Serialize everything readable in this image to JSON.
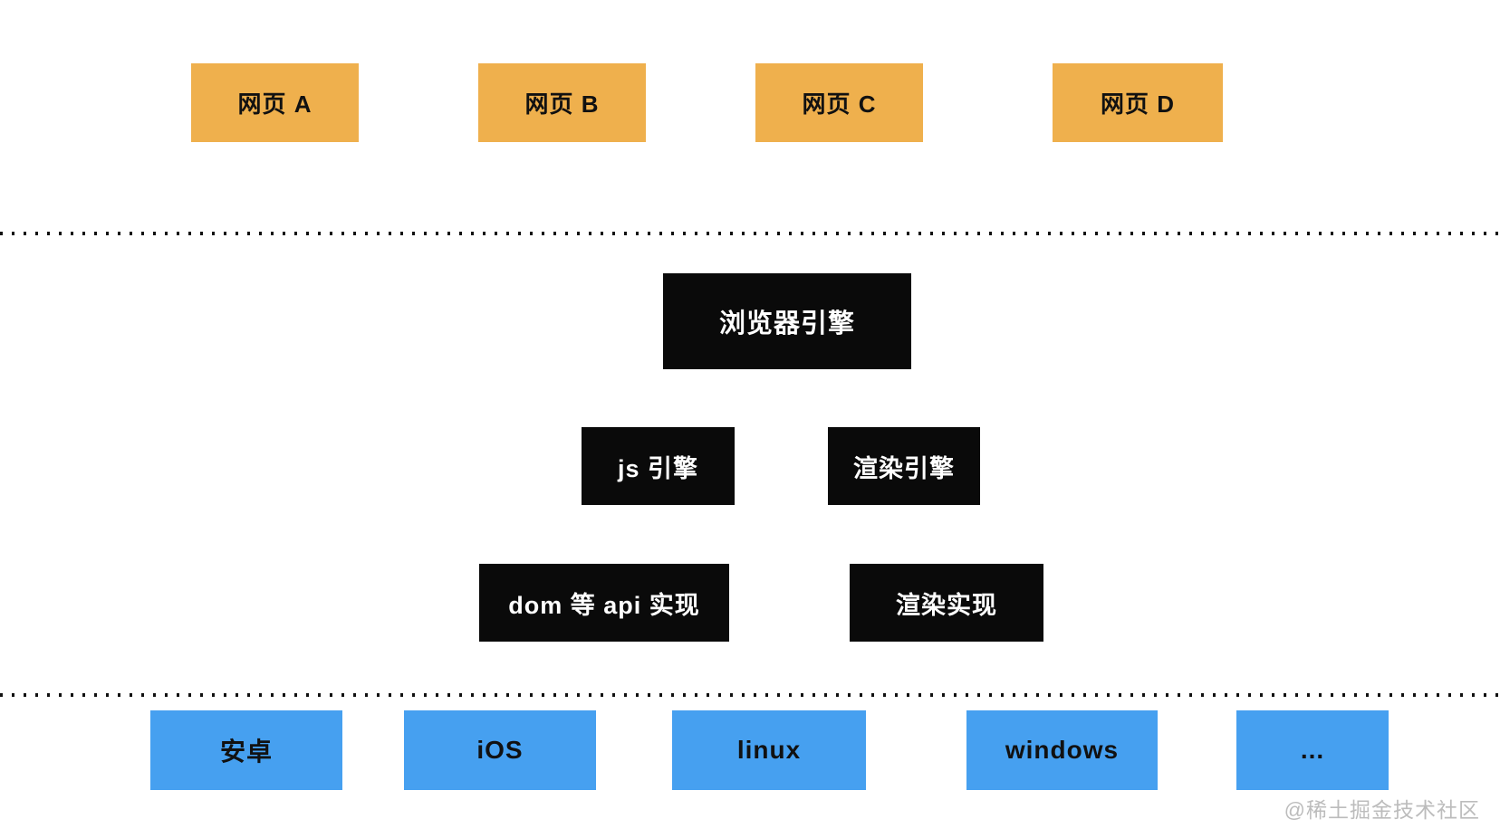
{
  "diagram": {
    "title_hint": "browser architecture layers",
    "web_pages": [
      {
        "label": "网页 A"
      },
      {
        "label": "网页 B"
      },
      {
        "label": "网页 C"
      },
      {
        "label": "网页 D"
      }
    ],
    "engine": {
      "browser_engine": "浏览器引擎",
      "js_engine": "js 引擎",
      "render_engine": "渲染引擎",
      "dom_api_impl": "dom 等 api 实现",
      "render_impl": "渲染实现"
    },
    "platforms": [
      {
        "label": "安卓"
      },
      {
        "label": "iOS"
      },
      {
        "label": "linux"
      },
      {
        "label": "windows"
      },
      {
        "label": "..."
      }
    ],
    "watermark": "@稀土掘金技术社区",
    "colors": {
      "webpage_box": "#efb04d",
      "engine_box": "#0a0a0a",
      "platform_box": "#46a0f0",
      "engine_text": "#ffffff",
      "box_text": "#111111",
      "watermark_text": "#bcbcbc",
      "dotted_line": "#111111",
      "background": "#ffffff"
    }
  }
}
